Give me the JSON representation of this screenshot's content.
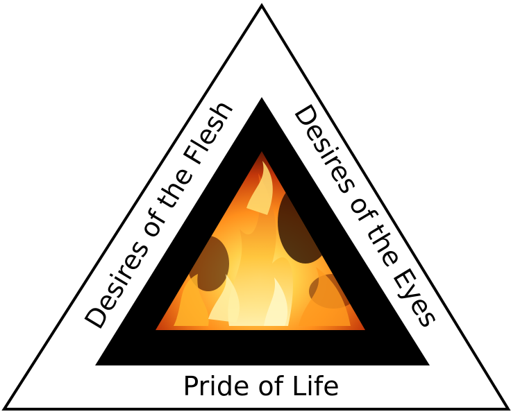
{
  "diagram": {
    "labels": {
      "left_side": "Desires of the Flesh",
      "right_side": "Desires of the Eyes",
      "bottom_side": "Pride of Life"
    },
    "center_image": "fire",
    "colors": {
      "outer_fill": "#ffffff",
      "outer_stroke": "#000000",
      "inner_band": "#000000",
      "fire_core": "#fff3a0",
      "fire_mid": "#ffb021",
      "fire_edge": "#c2360a",
      "fire_dark": "#2a0500"
    }
  }
}
